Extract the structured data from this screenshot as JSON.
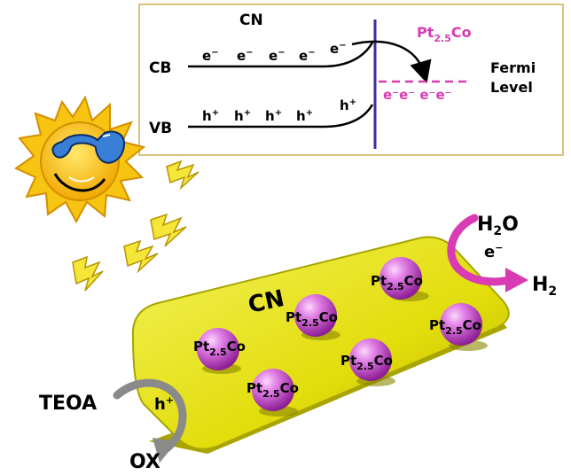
{
  "band_diagram": {
    "cn_label": "CN",
    "cb_label": "CB",
    "vb_label": "VB",
    "electron": "e",
    "hole": "h",
    "minus_sup": "−",
    "plus_sup": "+",
    "cocatalyst_main": "Pt",
    "cocatalyst_sub": "2.5",
    "cocatalyst_tail": "Co",
    "fermi_line1": "Fermi",
    "fermi_line2": "Level",
    "fermi_electrons": "e⁻e⁻ e⁻e⁻"
  },
  "scene": {
    "substrate_label": "CN",
    "particle_main": "Pt",
    "particle_sub": "2.5",
    "particle_tail": "Co",
    "water": "H",
    "water_sub": "2",
    "water_tail": "O",
    "electron": "e",
    "minus_sup": "−",
    "hydrogen": "H",
    "hydrogen_sub": "2",
    "sacrificial": "TEOA",
    "hole": "h",
    "plus_sup": "+",
    "oxidized": "OX"
  },
  "colors": {
    "box_border": "#d9c27a",
    "interface_line": "#3a2fa0",
    "magenta": "#d93bb3",
    "substrate": "#e6e20a",
    "substrate_edge": "#a8a400",
    "sphere": "#cc55d6",
    "sun": "#f7c411",
    "grey_arrow": "#8a8a8a"
  }
}
